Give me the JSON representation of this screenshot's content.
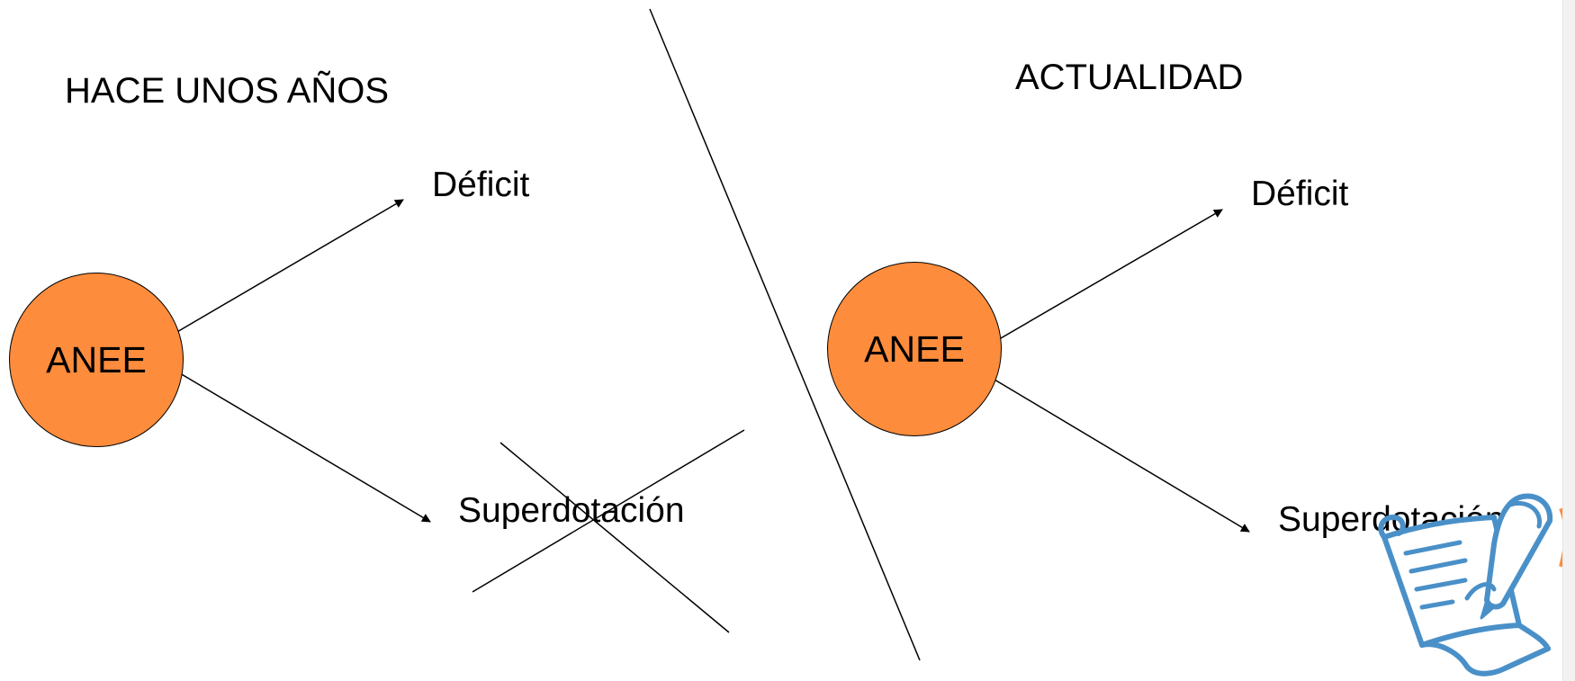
{
  "colors": {
    "circle_fill": "#fd8c3c",
    "line": "#000000",
    "scroll_icon": "#4a90c8",
    "background": "#ffffff"
  },
  "left": {
    "heading": "HACE UNOS AÑOS",
    "center": "ANEE",
    "branch_top": "Déficit",
    "branch_bottom": "Superdotación",
    "branch_bottom_crossed_out": true
  },
  "right": {
    "heading": "ACTUALIDAD",
    "center": "ANEE",
    "branch_top": "Déficit",
    "branch_bottom": "Superdotación"
  },
  "icons": {
    "decoration": "scroll-with-quill-icon"
  }
}
